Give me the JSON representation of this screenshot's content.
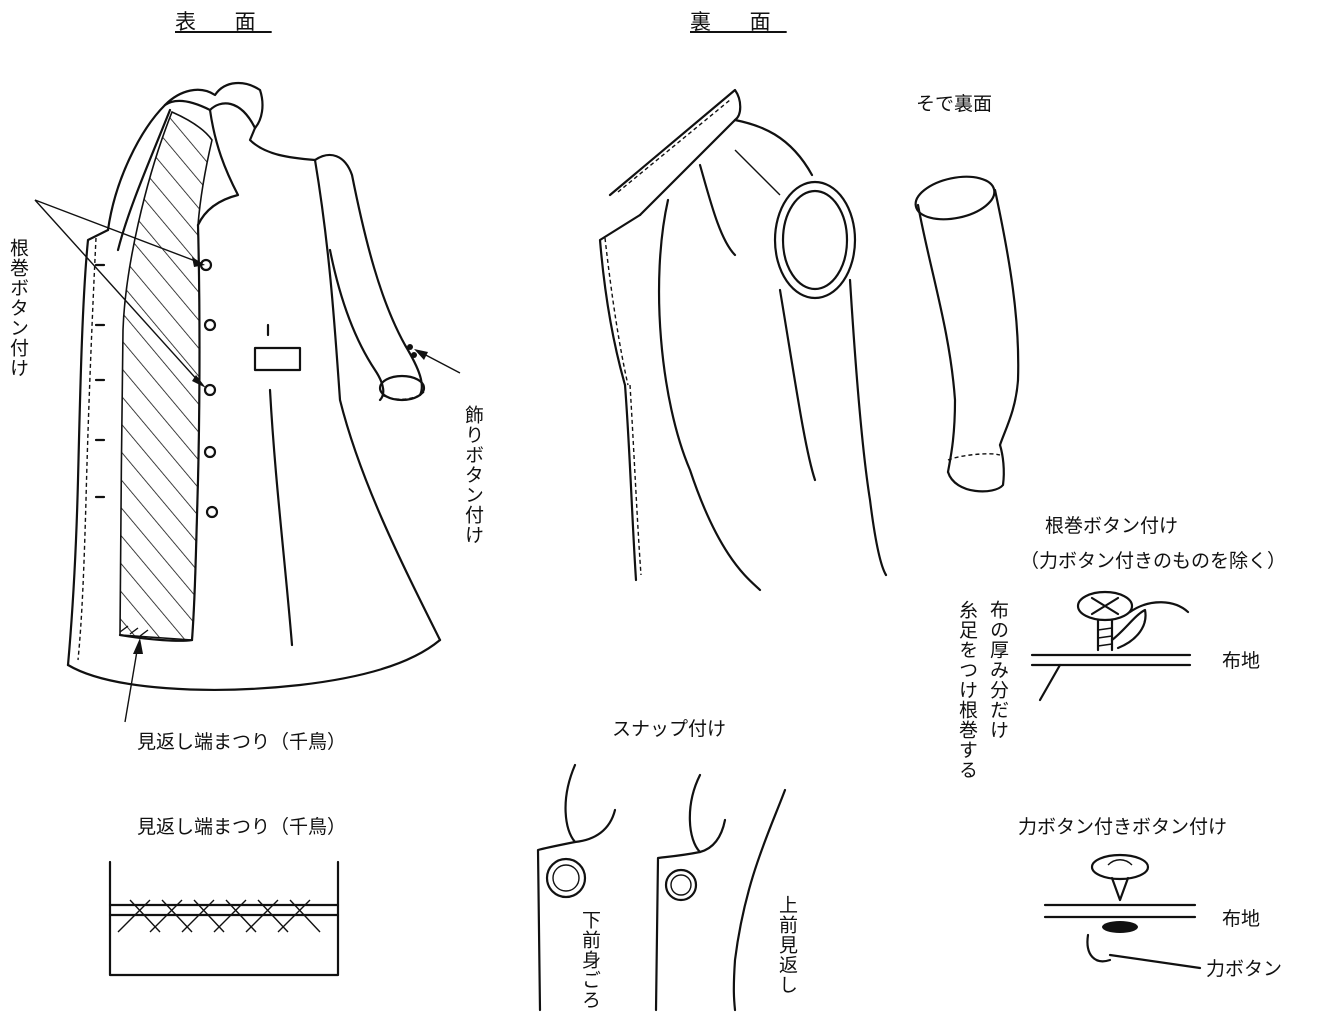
{
  "front": {
    "title": "表 面",
    "nemaki_label": "根巻ボタン付け",
    "decor_label": "飾りボタン付け",
    "facing_label": "見返し端まつり（千鳥）"
  },
  "back": {
    "title": "裏 面",
    "sleeve_label": "そで裏面"
  },
  "chidori_detail": {
    "title": "見返し端まつり（千鳥）"
  },
  "snap_detail": {
    "title": "スナップ付け",
    "lower_label": "下前身ごろ",
    "upper_label": "上前見返し"
  },
  "nemaki_detail": {
    "title": "根巻ボタン付け",
    "note": "（力ボタン付きのものを除く）",
    "side_text_1": "布の厚み分だけ",
    "side_text_2": "糸足をつけ根巻する",
    "fabric_label": "布地"
  },
  "chikara_detail": {
    "title": "力ボタン付きボタン付け",
    "fabric_label": "布地",
    "chikara_label": "力ボタン"
  }
}
